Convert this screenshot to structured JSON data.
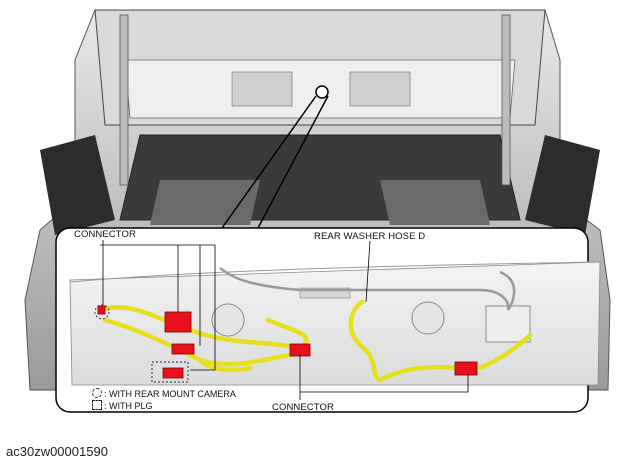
{
  "labels": {
    "connector_top": "CONNECTOR",
    "washer_hose": "REAR WASHER HOSE D",
    "connector_bottom": "CONNECTOR"
  },
  "legend": {
    "rear_camera": ": WITH REAR MOUNT CAMERA",
    "plg": ": WITH PLG"
  },
  "figure_id": "ac30zw00001590",
  "colors": {
    "connector_red": "#e8101a",
    "harness_yellow": "#e6df1e",
    "body_gray": "#cfcfcf"
  }
}
